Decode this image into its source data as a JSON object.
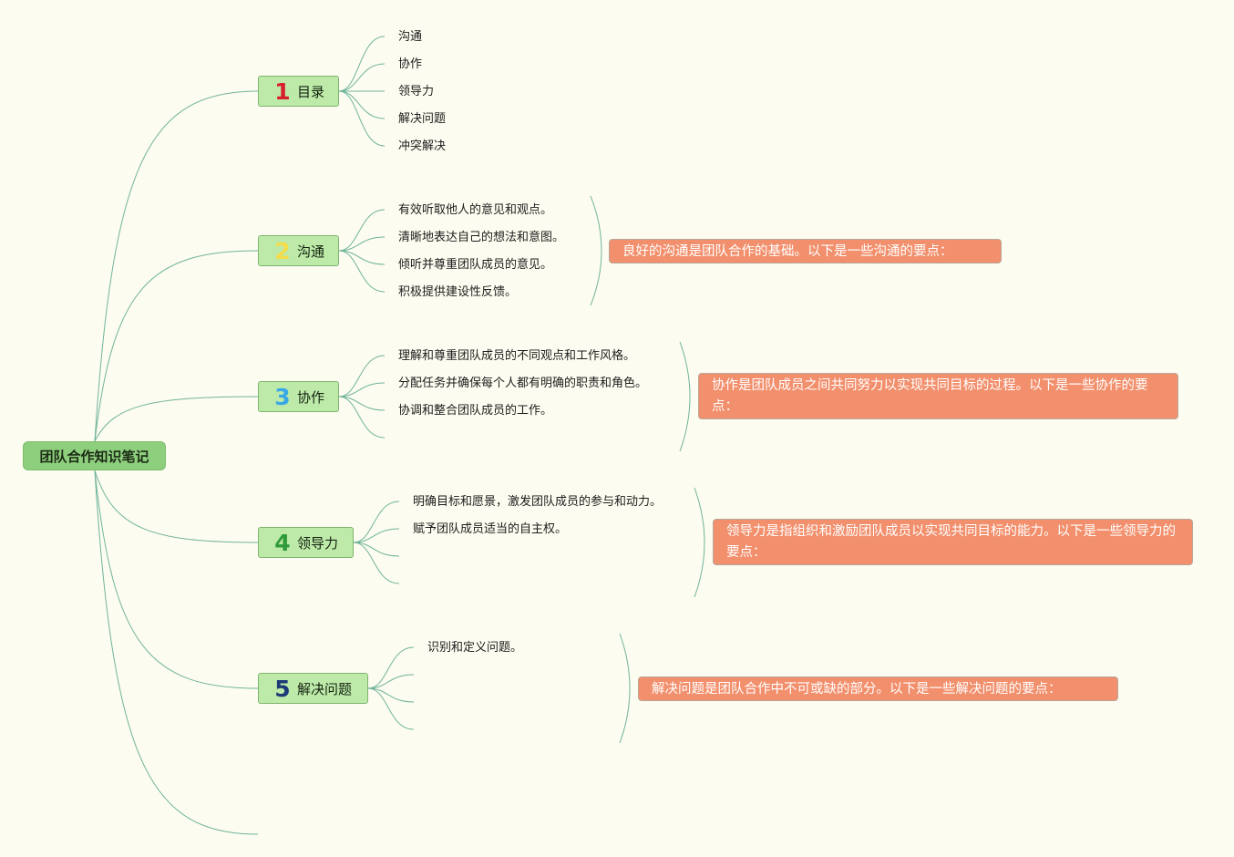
{
  "root": {
    "label": "团队合作知识笔记"
  },
  "topics": [
    {
      "number": "1",
      "number_color": "#d91f2c",
      "label": "目录",
      "items": [
        "沟通",
        "协作",
        "领导力",
        "解决问题",
        "冲突解决"
      ],
      "note": ""
    },
    {
      "number": "2",
      "number_color": "#f4dc4a",
      "label": "沟通",
      "items": [
        "有效听取他人的意见和观点。",
        "清晰地表达自己的想法和意图。",
        "倾听并尊重团队成员的意见。",
        "积极提供建设性反馈。"
      ],
      "note": "良好的沟通是团队合作的基础。以下是一些沟通的要点："
    },
    {
      "number": "3",
      "number_color": "#3aa7e6",
      "label": "协作",
      "items": [
        "理解和尊重团队成员的不同观点和工作风格。",
        "分配任务并确保每个人都有明确的职责和角色。",
        "协调和整合团队成员的工作。"
      ],
      "note": "协作是团队成员之间共同努力以实现共同目标的过程。以下是一些协作的要点："
    },
    {
      "number": "4",
      "number_color": "#2e9a3a",
      "label": "领导力",
      "items": [
        "明确目标和愿景，激发团队成员的参与和动力。",
        "赋予团队成员适当的自主权。"
      ],
      "note": "领导力是指组织和激励团队成员以实现共同目标的能力。以下是一些领导力的要点："
    },
    {
      "number": "5",
      "number_color": "#1d3a78",
      "label": "解决问题",
      "items": [
        "识别和定义问题。"
      ],
      "note": "解决问题是团队合作中不可或缺的部分。以下是一些解决问题的要点："
    }
  ],
  "colors": {
    "line": "#6fb49a",
    "root_fill": "#8ecf7e",
    "topic_fill": "#bdeaa9",
    "note_fill": "#f28f6c",
    "background": "#fdfcf0"
  }
}
